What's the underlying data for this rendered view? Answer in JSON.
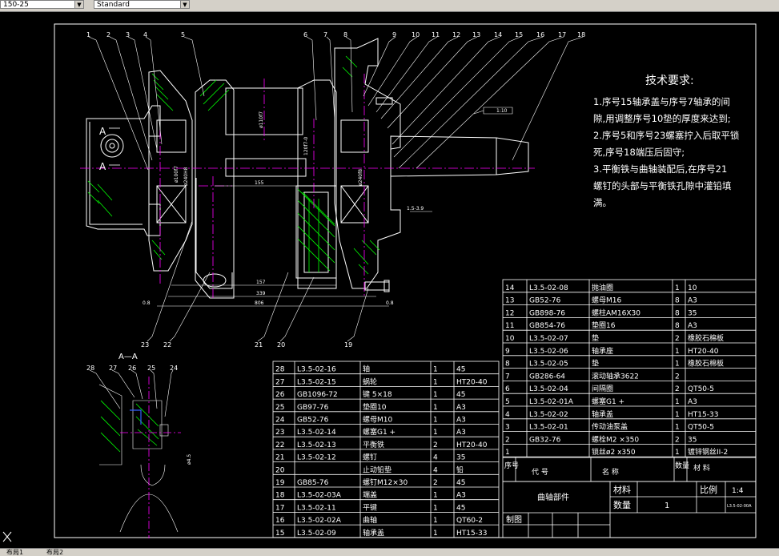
{
  "toolbar": {
    "layer_combo": "150-25",
    "style_combo": "Standard"
  },
  "status_tabs": [
    "布局1",
    "布局2"
  ],
  "tech_requirements": {
    "title": "技术要求:",
    "lines": [
      "1.序号15轴承盖与序号7轴承的间",
      "隙,用调整序号10垫的厚度来达到;",
      "2.序号5和序号23螺塞拧入后取平锁",
      "死,序号18端压后固守;",
      "3.平衡铁与曲轴装配后,在序号21",
      "螺钉的头部与平衡铁孔隙中灌铅填",
      "满。"
    ]
  },
  "balloons_top": [
    "1",
    "2",
    "3",
    "4",
    "5",
    "6",
    "7",
    "8",
    "9",
    "10",
    "11",
    "12",
    "13",
    "14",
    "15",
    "16",
    "17",
    "18"
  ],
  "balloons_bottom": [
    "23",
    "22",
    "21",
    "20",
    "19"
  ],
  "balloons_section": [
    "28",
    "27",
    "26",
    "25",
    "24"
  ],
  "section_label": "A—A",
  "view_marks": [
    "A",
    "A"
  ],
  "dimensions": [
    "155",
    "157",
    "339",
    "806",
    "ø110f7",
    "ø240H8",
    "ø100f7",
    "ø240f8",
    "120f7-0",
    "0.8",
    "0.8",
    "1:10",
    "1.5-3.9"
  ],
  "bom_left": [
    [
      "28",
      "L3.5-02-16",
      "轴",
      "1",
      "45"
    ],
    [
      "27",
      "L3.5-02-15",
      "蜗轮",
      "1",
      "HT20-40"
    ],
    [
      "26",
      "GB1096-72",
      "键 5×18",
      "1",
      "45"
    ],
    [
      "25",
      "GB97-76",
      "垫圈10",
      "1",
      "A3"
    ],
    [
      "24",
      "GB52-76",
      "螺母M10",
      "1",
      "A3"
    ],
    [
      "23",
      "L3.5-02-14",
      "螺塞G1 +",
      "1",
      "A3"
    ],
    [
      "22",
      "L3.5-02-13",
      "平衡铁",
      "2",
      "HT20-40"
    ],
    [
      "21",
      "L3.5-02-12",
      "螺钉",
      "4",
      "35"
    ],
    [
      "20",
      "",
      "止动铅垫",
      "4",
      "铅"
    ],
    [
      "19",
      "GB85-76",
      "螺钉M12×30",
      "2",
      "45"
    ],
    [
      "18",
      "L3.5-02-03A",
      "端盖",
      "1",
      "A3"
    ],
    [
      "17",
      "L3.5-02-11",
      "平键",
      "1",
      "45"
    ],
    [
      "16",
      "L3.5-02-02A",
      "曲轴",
      "1",
      "QT60-2"
    ],
    [
      "15",
      "L3.5-02-09",
      "轴承盖",
      "1",
      "HT15-33"
    ]
  ],
  "bom_right": [
    [
      "14",
      "L3.5-02-08",
      "抛油圈",
      "1",
      "10"
    ],
    [
      "13",
      "GB52-76",
      "螺母M16",
      "8",
      "A3"
    ],
    [
      "12",
      "GB898-76",
      "螺柱AM16X30",
      "8",
      "35"
    ],
    [
      "11",
      "GB854-76",
      "垫圈16",
      "8",
      "A3"
    ],
    [
      "10",
      "L3.5-02-07",
      "垫",
      "2",
      "橡胶石棉板"
    ],
    [
      "9",
      "L3.5-02-06",
      "轴承座",
      "1",
      "HT20-40"
    ],
    [
      "8",
      "L3.5-02-05",
      "垫",
      "1",
      "橡胶石棉板"
    ],
    [
      "7",
      "GB286-64",
      "滚动轴承3622",
      "2",
      ""
    ],
    [
      "6",
      "L3.5-02-04",
      "间隔圈",
      "2",
      "QT50-5"
    ],
    [
      "5",
      "L3.5-02-01A",
      "螺塞G1 +",
      "1",
      "A3"
    ],
    [
      "4",
      "L3.5-02-02",
      "轴承盖",
      "1",
      "HT15-33"
    ],
    [
      "3",
      "L3.5-02-01",
      "传动油泵盖",
      "1",
      "QT50-5"
    ],
    [
      "2",
      "GB32-76",
      "螺栓M2 ×350",
      "2",
      "35"
    ],
    [
      "1",
      "",
      "锁丝ø2 x350",
      "1",
      "镀锌钢丝II-2"
    ]
  ],
  "bom_header": {
    "seq": "序号",
    "code": "代 号",
    "name": "名 称",
    "qty": "数量",
    "material": "材 料"
  },
  "title_block": {
    "part_name": "曲轴部件",
    "material_label": "材料",
    "qty_label": "数量",
    "qty_value": "1",
    "scale_label": "比例",
    "scale_value": "1:4",
    "drawn_label": "制图",
    "drawing_no": "L3.5-02-00A"
  },
  "colors": {
    "background": "#000000",
    "outline": "#ffffff",
    "centerline": "#ff00ff",
    "hatch": "#00ff00",
    "dimension": "#ffffff",
    "accent_blue": "#3060ff",
    "accent_red": "#ff3030"
  }
}
